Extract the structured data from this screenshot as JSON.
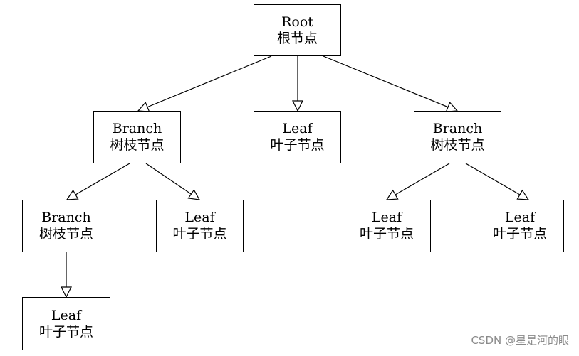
{
  "nodes": {
    "root": {
      "en": "Root",
      "zh": "根节点"
    },
    "branch_left": {
      "en": "Branch",
      "zh": "树枝节点"
    },
    "leaf_center": {
      "en": "Leaf",
      "zh": "叶子节点"
    },
    "branch_right": {
      "en": "Branch",
      "zh": "树枝节点"
    },
    "branch_sub": {
      "en": "Branch",
      "zh": "树枝节点"
    },
    "leaf_l1": {
      "en": "Leaf",
      "zh": "叶子节点"
    },
    "leaf_r1": {
      "en": "Leaf",
      "zh": "叶子节点"
    },
    "leaf_r2": {
      "en": "Leaf",
      "zh": "叶子节点"
    },
    "leaf_bottom": {
      "en": "Leaf",
      "zh": "叶子节点"
    }
  },
  "edges": [
    [
      "root",
      "branch_left"
    ],
    [
      "root",
      "leaf_center"
    ],
    [
      "root",
      "branch_right"
    ],
    [
      "branch_left",
      "branch_sub"
    ],
    [
      "branch_left",
      "leaf_l1"
    ],
    [
      "branch_right",
      "leaf_r1"
    ],
    [
      "branch_right",
      "leaf_r2"
    ],
    [
      "branch_sub",
      "leaf_bottom"
    ]
  ],
  "watermark": "CSDN @星是河的眼"
}
